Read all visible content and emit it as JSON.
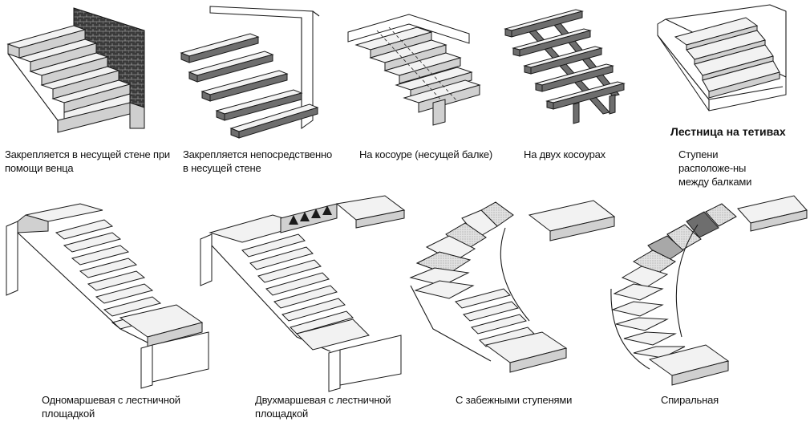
{
  "top_row": [
    {
      "id": "wall-ring",
      "caption": "Закрепляется в несущей стене при помощи венца"
    },
    {
      "id": "cantilever",
      "caption": "Закрепляется непосредственно в несущей стене"
    },
    {
      "id": "single-stringer",
      "caption": "На косоуре (несущей балке)"
    },
    {
      "id": "double-stringer",
      "caption": "На двух косоурах"
    },
    {
      "id": "bowstring",
      "title": "Лестница на тетивах",
      "caption": "Ступени расположе-ны между балками"
    }
  ],
  "bottom_row": [
    {
      "id": "single-flight",
      "caption": "Одномаршевая с лестничной площадкой"
    },
    {
      "id": "two-flight",
      "caption": "Двухмаршевая с лестничной площадкой"
    },
    {
      "id": "winder",
      "caption": "С забежными ступенями"
    },
    {
      "id": "spiral",
      "caption": "Спиральная"
    }
  ]
}
